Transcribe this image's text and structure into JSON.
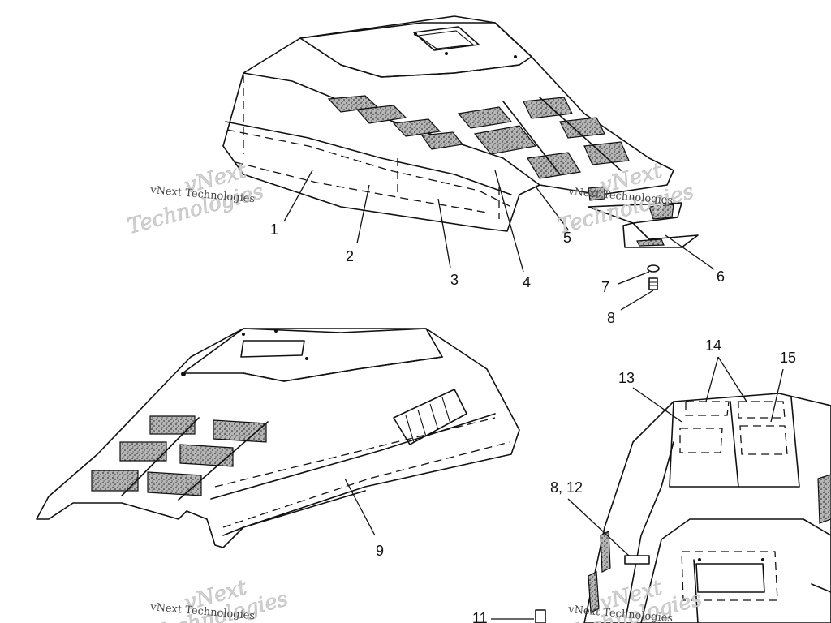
{
  "callouts": {
    "c1": "1",
    "c2": "2",
    "c3": "3",
    "c4": "4",
    "c5": "5",
    "c6": "6",
    "c7": "7",
    "c8": "8",
    "c9": "9",
    "c11": "11",
    "c812": "8, 12",
    "c13": "13",
    "c14": "14",
    "c15": "15"
  },
  "watermark": {
    "line1": "vNext",
    "line2": "Technologies",
    "small": "vNext Technologies"
  }
}
